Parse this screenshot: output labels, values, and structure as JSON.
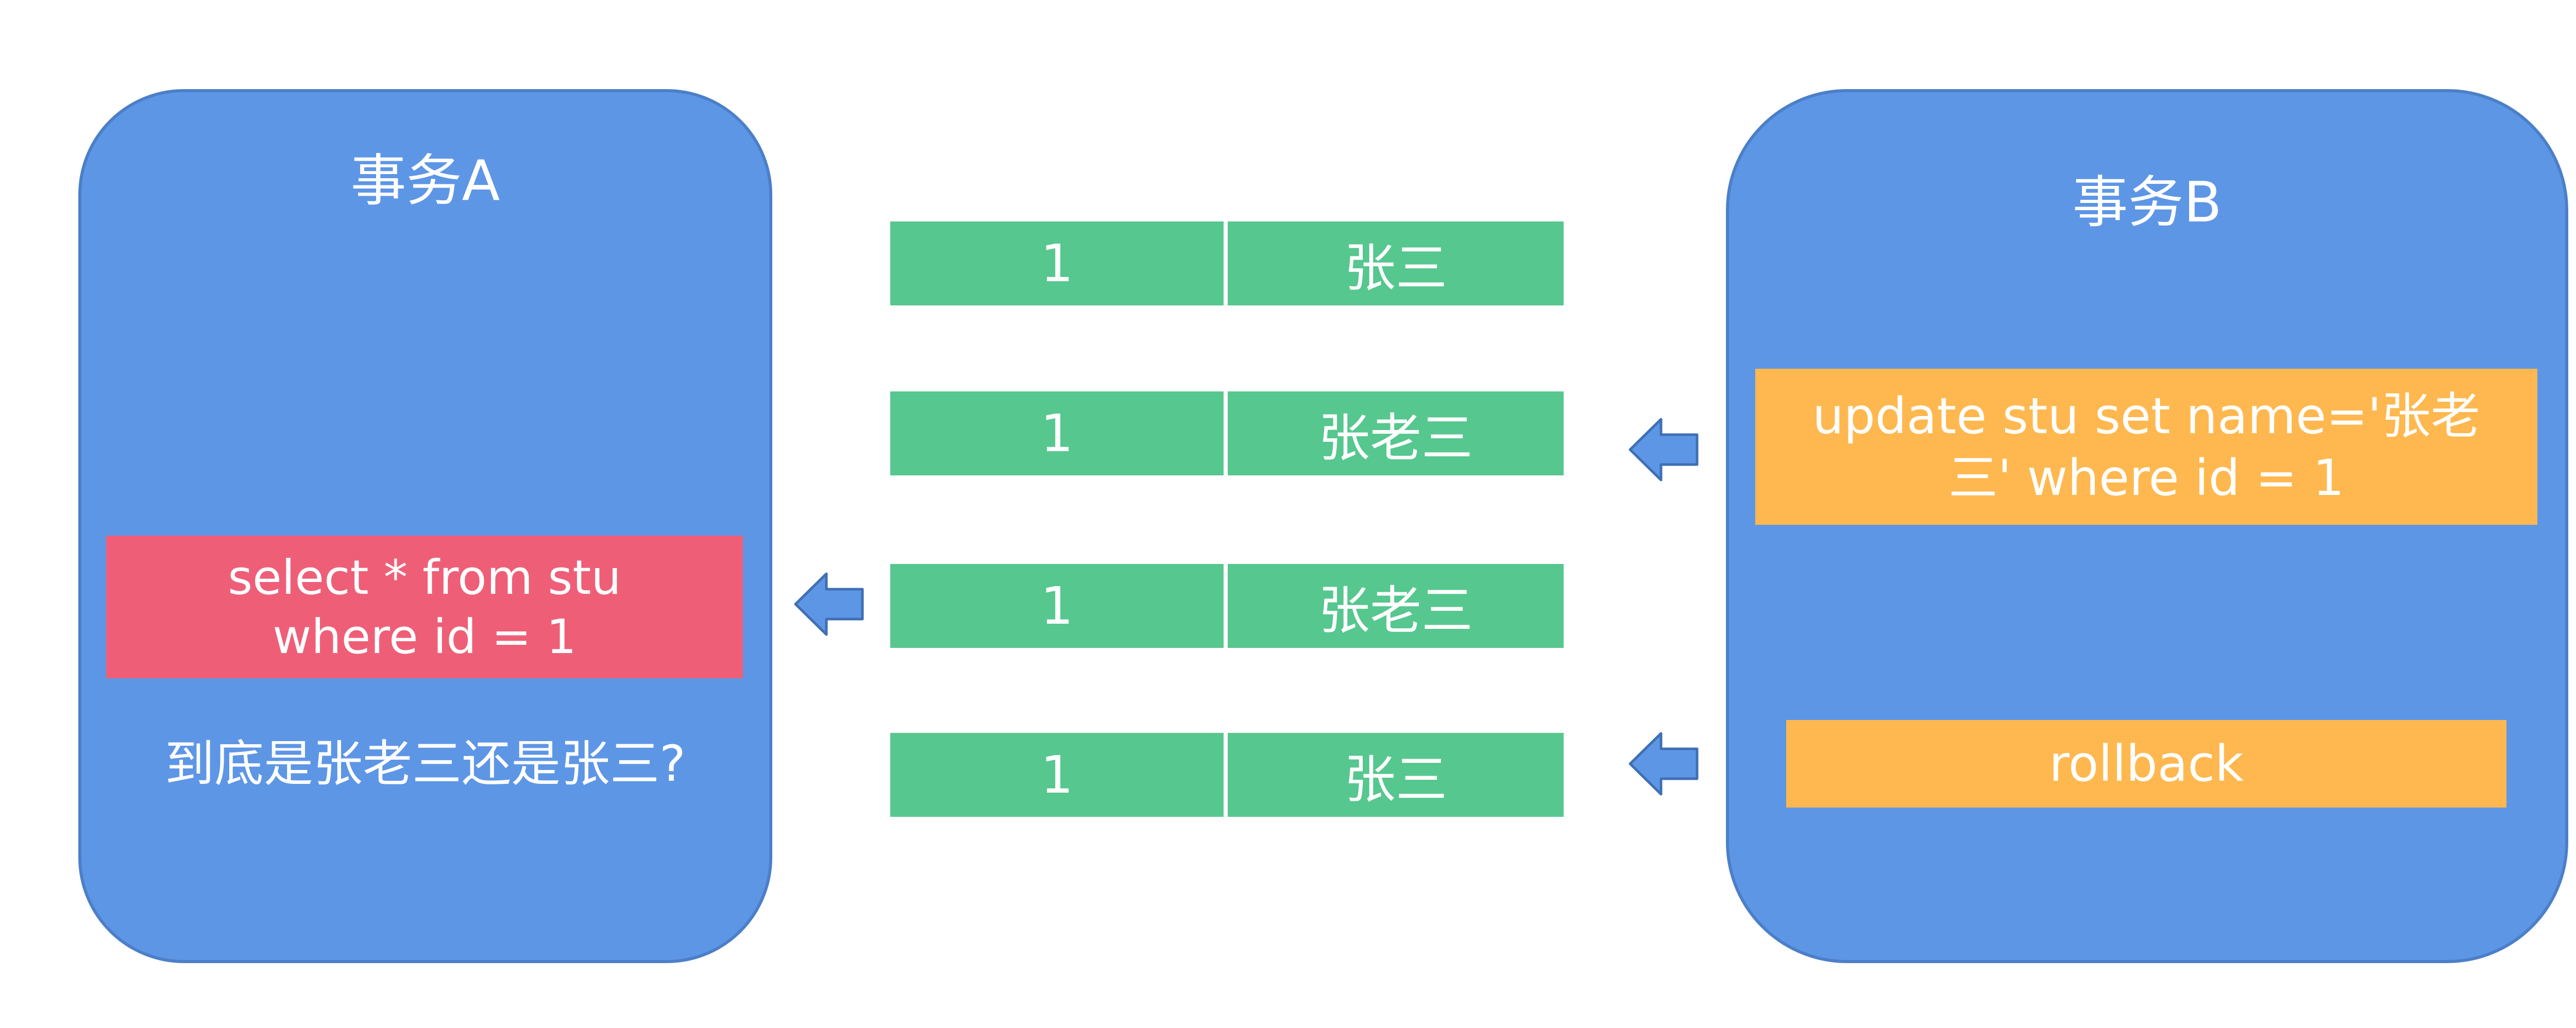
{
  "transaction_a": {
    "title": "事务A",
    "query_line1": "select * from stu",
    "query_line2": "where id = 1",
    "question": "到底是张老三还是张三?"
  },
  "transaction_b": {
    "title": "事务B",
    "update_line1": "update stu set name='张老",
    "update_line2": "三' where id = 1",
    "rollback": "rollback"
  },
  "rows": [
    {
      "id": "1",
      "name": "张三"
    },
    {
      "id": "1",
      "name": "张老三"
    },
    {
      "id": "1",
      "name": "张老三"
    },
    {
      "id": "1",
      "name": "张三"
    }
  ],
  "colors": {
    "panel": "#5e96e6",
    "query": "#ee5f77",
    "action": "#ffb84f",
    "row": "#56c78e",
    "arrow": "#5e96e6"
  }
}
